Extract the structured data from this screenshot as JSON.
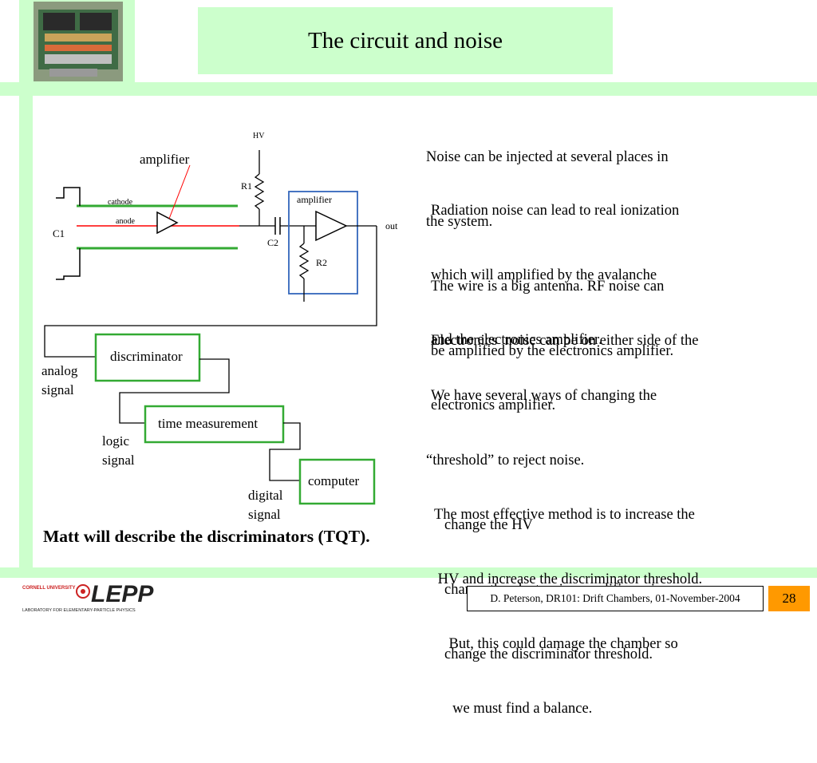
{
  "slide": {
    "title": "The circuit and noise",
    "page_number": "28",
    "footer": "D. Peterson,  DR101: Drift Chambers,  01-November-2004",
    "bottom_note": "Matt will describe the discriminators (TQT).",
    "logo": {
      "cornell": "CORNELL UNIVERSITY",
      "lepp": "LEPP",
      "subtitle": "LABORATORY FOR ELEMENTARY-PARTICLE PHYSICS"
    }
  },
  "diagram": {
    "labels": {
      "amplifier_pointer": "amplifier",
      "hv": "HV",
      "r1": "R1",
      "amplifier_box": "amplifier",
      "cathode": "cathode",
      "anode": "anode",
      "c1": "C1",
      "c2": "C2",
      "out": "out",
      "r2": "R2",
      "discriminator": "discriminator",
      "analog_1": "analog",
      "analog_2": "signal",
      "time_measurement": "time measurement",
      "logic_1": "logic",
      "logic_2": "signal",
      "computer": "computer",
      "digital_1": "digital",
      "digital_2": "signal"
    }
  },
  "text": {
    "p1": [
      "Noise can be injected at several places in",
      "the system."
    ],
    "p2": [
      "Radiation noise can lead to real ionization",
      "which will amplified by the avalanche",
      "and the electronics amplifier."
    ],
    "p3": [
      "The wire is a big antenna. RF noise can",
      "be amplified by the electronics amplifier."
    ],
    "p4": [
      "Electronics  noise can be on either side of the",
      "electronics amplifier."
    ],
    "p5": [
      "We have several ways of changing the",
      "“threshold” to reject noise."
    ],
    "p5_items": [
      "change the HV",
      "change the electronics amplifier gain",
      "change the discriminator threshold."
    ],
    "p6": [
      "The most effective method is to increase the",
      " HV and increase the discriminator threshold.",
      "    But, this could damage the chamber so",
      "     we must find a balance."
    ]
  },
  "colors": {
    "band": "#ccffcc",
    "box_green": "#33aa33",
    "anode_red": "#ff0000",
    "amp_box_blue": "#3366bb",
    "page_number_bg": "#ff9900"
  }
}
